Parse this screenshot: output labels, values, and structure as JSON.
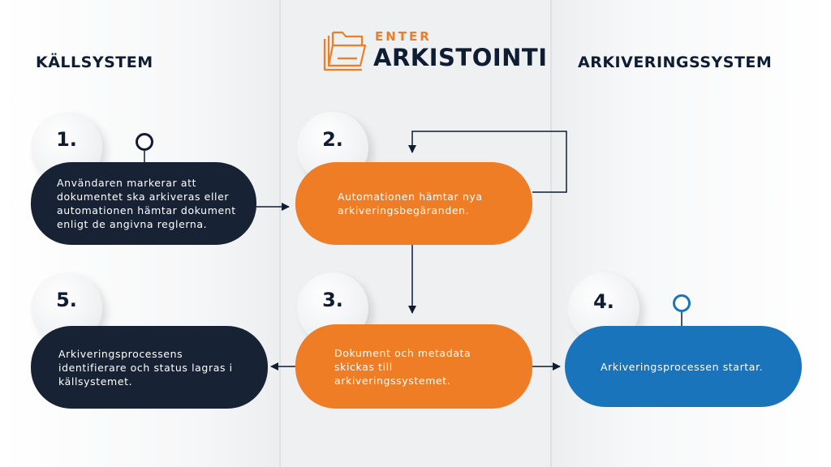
{
  "headings": {
    "source": "KÄLLSYSTEM",
    "archive": "ARKIVERINGSSYSTEM"
  },
  "logo": {
    "top": "ENTER",
    "bottom": "ARKISTOINTI",
    "icon": "folder-stack-icon",
    "accent_color": "#ee7d26"
  },
  "steps": [
    {
      "number": "1.",
      "text": "Användaren markerar att dokumentet ska arkiveras eller automationen hämtar dokument enligt de angivna reglerna.",
      "color": "#172334"
    },
    {
      "number": "2.",
      "text": "Automationen hämtar nya arkiveringsbegäranden.",
      "color": "#ee7d26"
    },
    {
      "number": "3.",
      "text": "Dokument och metadata skickas till arkiveringssystemet.",
      "color": "#ee7d26"
    },
    {
      "number": "4.",
      "text": "Arkiveringsprocessen startar.",
      "color": "#1a74bb"
    },
    {
      "number": "5.",
      "text": "Arkiveringsprocessens identifierare och status lagras i källsystemet.",
      "color": "#172334"
    }
  ]
}
